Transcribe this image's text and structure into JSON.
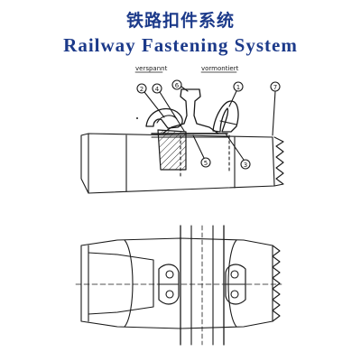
{
  "title": {
    "chinese": "铁路扣件系统",
    "english": "Railway Fastening System"
  },
  "labels": {
    "left_state": "verspannt",
    "right_state": "vormontiert"
  },
  "callouts": [
    "1",
    "2",
    "3",
    "4",
    "5",
    "6",
    "7"
  ],
  "colors": {
    "title": "#1c3a8a",
    "line": "#1a1a1a"
  }
}
